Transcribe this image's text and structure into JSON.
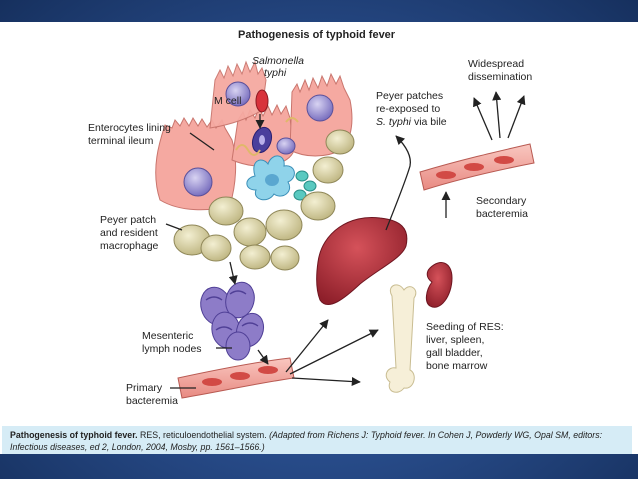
{
  "figure": {
    "title": "Pathogenesis of typhoid fever",
    "labels": {
      "salmonella_1": "Salmonella",
      "salmonella_2": "typhi",
      "m_cell": "M cell",
      "enterocytes_1": "Enterocytes lining",
      "enterocytes_2": "terminal ileum",
      "peyer_1": "Peyer patch",
      "peyer_2": "and resident",
      "peyer_3": "macrophage",
      "mesenteric_1": "Mesenteric",
      "mesenteric_2": "lymph nodes",
      "primary_1": "Primary",
      "primary_2": "bacteremia",
      "reexposed_1": "Peyer patches",
      "reexposed_2": "re-exposed to",
      "reexposed_3a": "S. typhi",
      "reexposed_3b": " via bile",
      "widespread_1": "Widespread",
      "widespread_2": "dissemination",
      "secondary_1": "Secondary",
      "secondary_2": "bacteremia",
      "seeding_1": "Seeding of RES:",
      "seeding_2": "liver, spleen,",
      "seeding_3": "gall bladder,",
      "seeding_4": "bone marrow"
    },
    "colors": {
      "enterocyte": "#f5a9a1",
      "nucleus": "#8e86cc",
      "peyer_cell": "#d9d3a3",
      "lymph_node": "#8d7cc8",
      "vessel": "#f2a69e",
      "organ": "#b8313a",
      "bone": "#f6efd8",
      "caption_bg": "#d6ecf6"
    }
  },
  "caption": {
    "lead": "Pathogenesis of typhoid fever.",
    "text_a": " RES, reticuloendothelial system. ",
    "italic": "(Adapted from Richens J: Typhoid fever. In Cohen J, Powderly WG, Opal SM, editors: Infectious diseases, ed 2, London, 2004, Mosby, pp. 1561–1566.)"
  }
}
